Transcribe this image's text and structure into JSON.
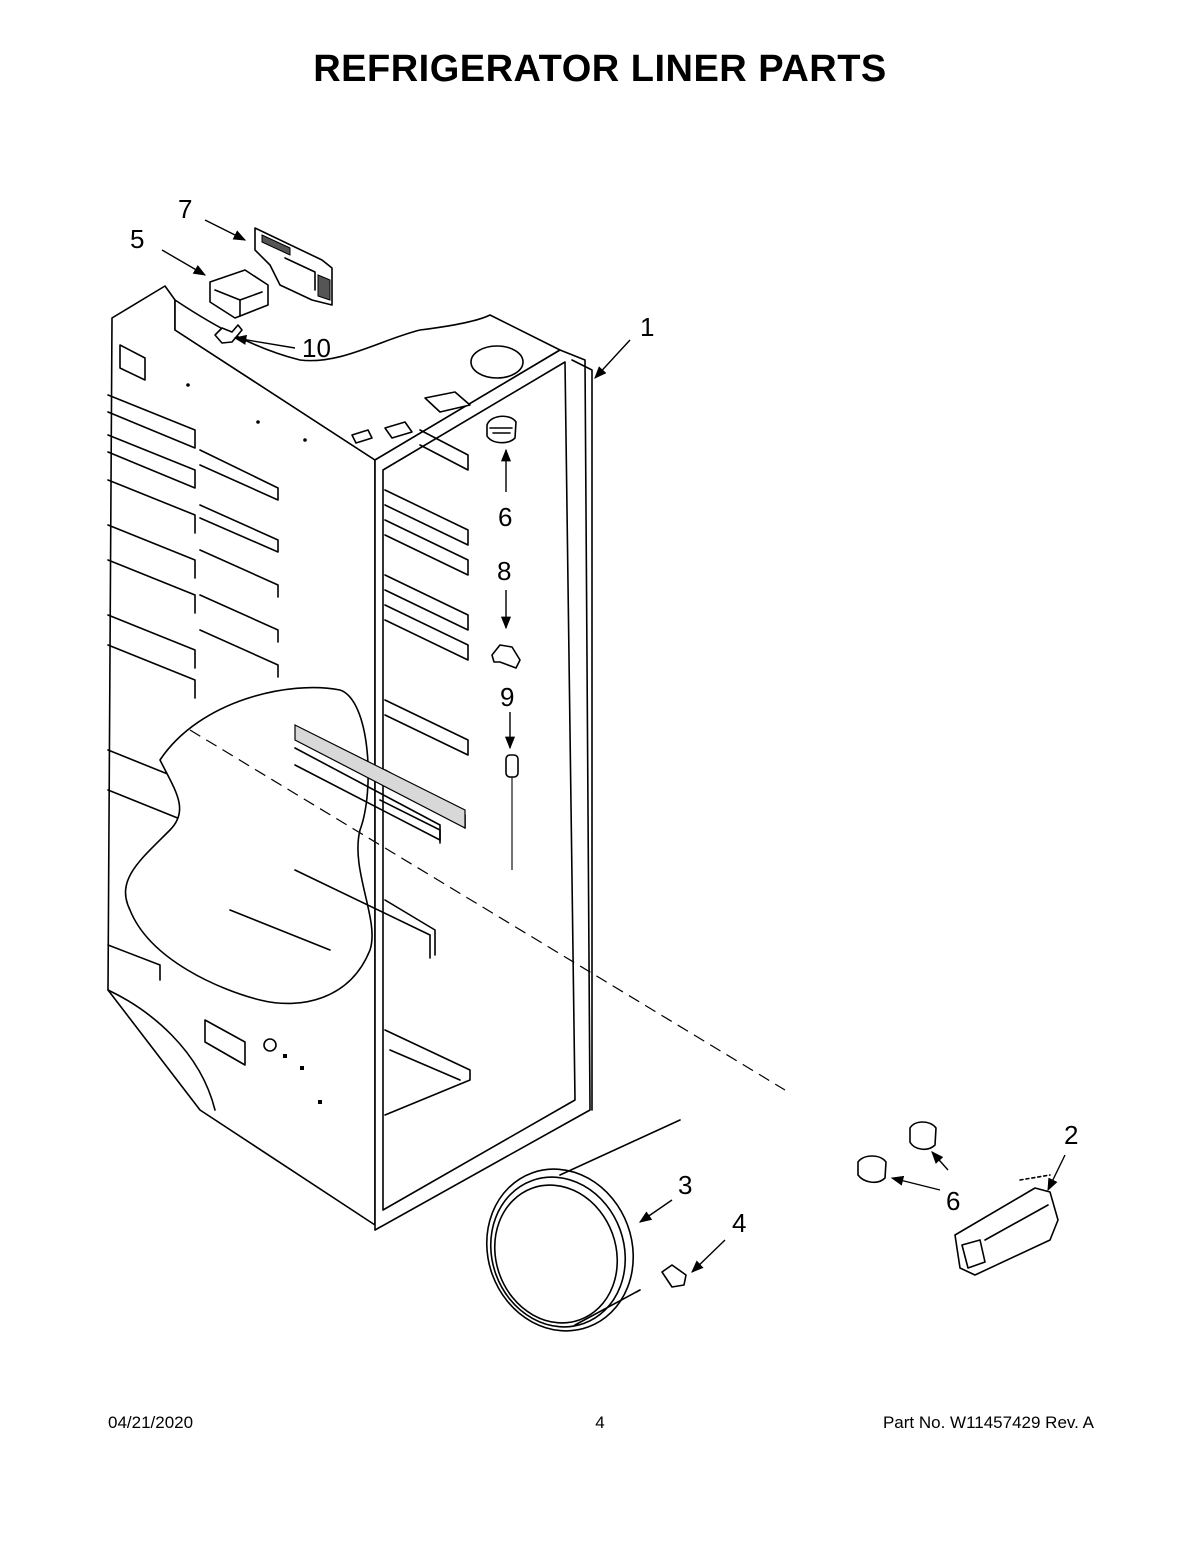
{
  "page": {
    "title": "REFRIGERATOR LINER PARTS"
  },
  "callouts": [
    {
      "id": "c7",
      "label": "7"
    },
    {
      "id": "c5",
      "label": "5"
    },
    {
      "id": "c10",
      "label": "10"
    },
    {
      "id": "c1",
      "label": "1"
    },
    {
      "id": "c6a",
      "label": "6"
    },
    {
      "id": "c8",
      "label": "8"
    },
    {
      "id": "c9",
      "label": "9"
    },
    {
      "id": "c3",
      "label": "3"
    },
    {
      "id": "c4",
      "label": "4"
    },
    {
      "id": "c2",
      "label": "2"
    },
    {
      "id": "c6b",
      "label": "6"
    }
  ],
  "footer": {
    "date": "04/21/2020",
    "page_number": "4",
    "part_number": "Part No.  W11457429  Rev.  A"
  }
}
